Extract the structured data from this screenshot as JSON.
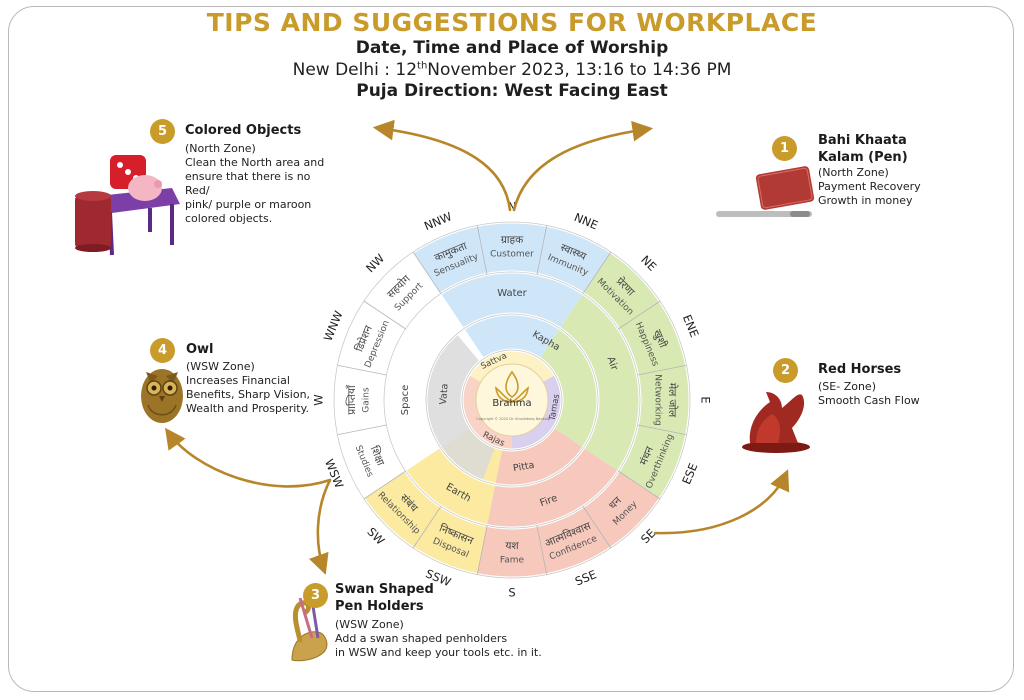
{
  "header": {
    "title": "TIPS AND SUGGESTIONS FOR WORKPLACE",
    "subtitle": "Date, Time and Place of Worship",
    "date_prefix": "New Delhi : 12",
    "date_sup": "th",
    "date_suffix": "November 2023, 13:16 to 14:36 PM",
    "direction": "Puja Direction: West Facing East"
  },
  "colors": {
    "accent": "#c89b2a",
    "north": "#cfe6f8",
    "east": "#d8e9b4",
    "south": "#f7c9bd",
    "southwest": "#fbeaa0",
    "west": "#ffffff",
    "space": "#d9d9d9"
  },
  "wheel": {
    "center": "Brahma",
    "copyright": "Copyright © 2020 Dr. Khushdeep Bansal",
    "directions": [
      "N",
      "NNE",
      "NE",
      "ENE",
      "E",
      "ESE",
      "SE",
      "SSE",
      "S",
      "SSW",
      "SW",
      "WSW",
      "W",
      "WNW",
      "NW",
      "NNW"
    ],
    "zones": [
      {
        "hindi": "ग्राहक",
        "english": "Customer"
      },
      {
        "hindi": "स्वास्थ्य",
        "english": "Immunity"
      },
      {
        "hindi": "प्रेरणा",
        "english": "Motivation"
      },
      {
        "hindi": "खुशी",
        "english": "Happiness"
      },
      {
        "hindi": "मेल जोल",
        "english": "Networking"
      },
      {
        "hindi": "मंथन",
        "english": "Overthinking"
      },
      {
        "hindi": "धन",
        "english": "Money"
      },
      {
        "hindi": "आत्मविश्वास",
        "english": "Confidence"
      },
      {
        "hindi": "यश",
        "english": "Fame"
      },
      {
        "hindi": "निष्कासन",
        "english": "Disposal"
      },
      {
        "hindi": "संबंध",
        "english": "Relationship"
      },
      {
        "hindi": "शिक्षा",
        "english": "Studies"
      },
      {
        "hindi": "प्राप्तियाँ",
        "english": "Gains"
      },
      {
        "hindi": "डिप्रेशन",
        "english": "Depression"
      },
      {
        "hindi": "सहयोग",
        "english": "Support"
      },
      {
        "hindi": "कामुकता",
        "english": "Sensuality"
      }
    ],
    "elements": [
      "Water",
      "Air",
      "Fire",
      "Earth",
      "Space"
    ],
    "doshas": [
      "Kapha",
      "Pitta",
      "Vata"
    ],
    "gunas": [
      "Sattva",
      "Tamas",
      "Rajas"
    ]
  },
  "tips": [
    {
      "number": "1",
      "title": "Bahi Khaata\nKalam (Pen)",
      "zone": "(North Zone)",
      "lines": [
        "Payment Recovery",
        "Growth in money"
      ]
    },
    {
      "number": "2",
      "title": "Red Horses",
      "zone": "(SE- Zone)",
      "lines": [
        "Smooth Cash Flow"
      ]
    },
    {
      "number": "3",
      "title": "Swan Shaped\nPen Holders",
      "zone": "(WSW Zone)",
      "lines": [
        "Add a swan shaped penholders",
        "in WSW and keep your tools etc. in it."
      ]
    },
    {
      "number": "4",
      "title": "Owl",
      "zone": "(WSW Zone)",
      "lines": [
        "Increases Financial",
        "Benefits, Sharp Vision,",
        "Wealth and Prosperity."
      ]
    },
    {
      "number": "5",
      "title": "Colored Objects",
      "zone": "(North Zone)",
      "lines": [
        "Clean the North area and",
        "ensure that there is no Red/",
        "pink/ purple or maroon",
        "colored objects."
      ]
    }
  ]
}
